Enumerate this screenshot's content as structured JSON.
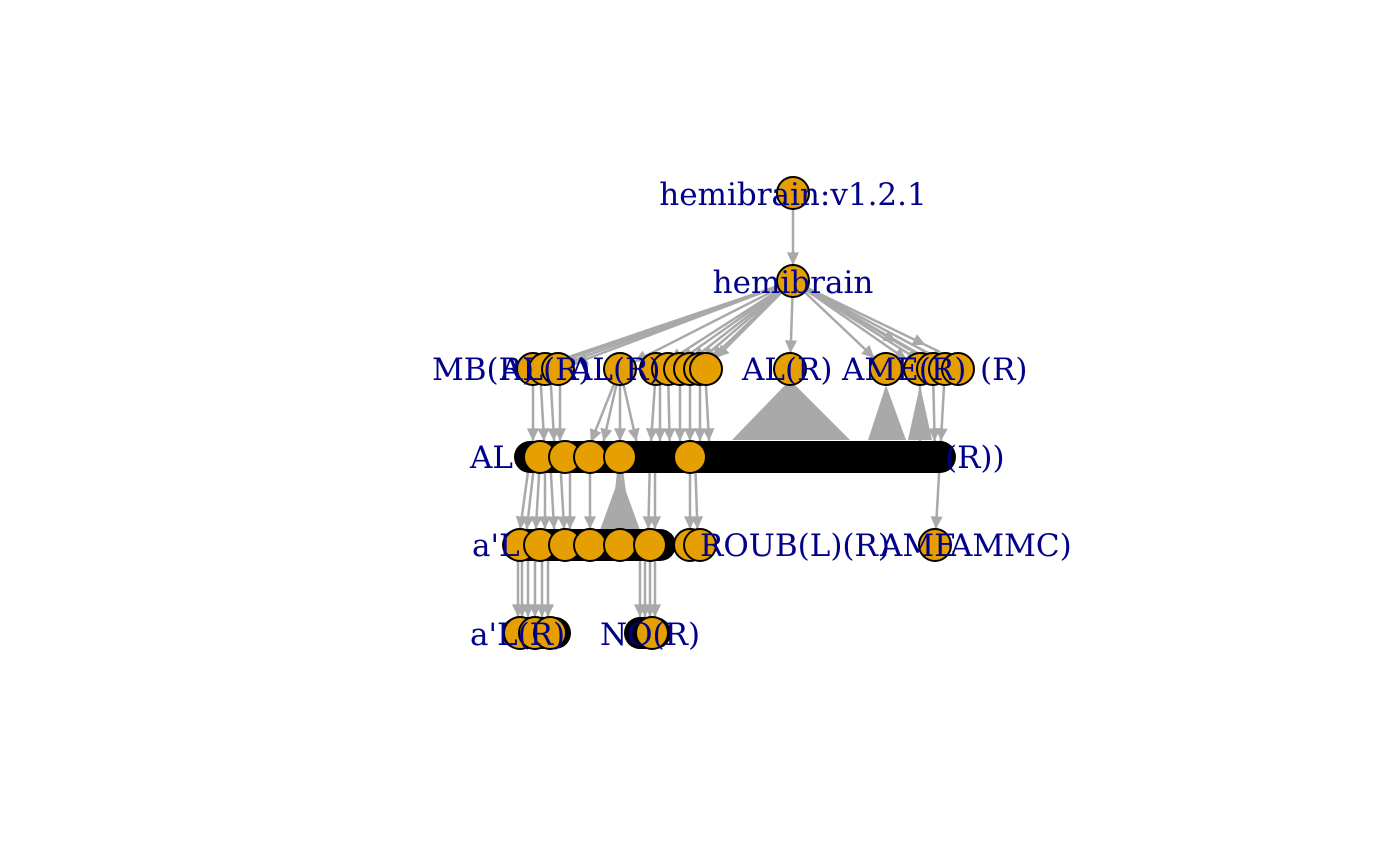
{
  "style": {
    "node_fill": "#E69F00",
    "node_stroke": "#000000",
    "edge_color": "#A9A9A9",
    "label_color": "#00008B"
  },
  "graph": {
    "root_label": "hemibrain:v1.2.1",
    "level1_label": "hemibrain",
    "level2_label_left": "MB(R)",
    "level2_label_mid": "AL(R)",
    "level2_label_right": "AME(R)",
    "level2_label_far_right": "(R)",
    "level3_label_left": "AL",
    "level3_label_far_right": "(R))",
    "level4_label_left": "a'L",
    "level4_label_mid": "ROUB(L)(R)",
    "level4_label_right": "AME",
    "level4_label_far_right": "AMMC)",
    "level5_label_left": "a'L(R)",
    "level5_label_mid": "NO(R)"
  }
}
